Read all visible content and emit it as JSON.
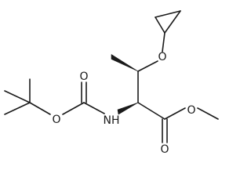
{
  "molecule": {
    "atoms": {
      "o_ether": "O",
      "o_boc_carbonyl": "O",
      "o_boc_ester": "O",
      "nh": "NH",
      "o_ester_carbonyl": "O",
      "o_methoxy": "O"
    }
  }
}
